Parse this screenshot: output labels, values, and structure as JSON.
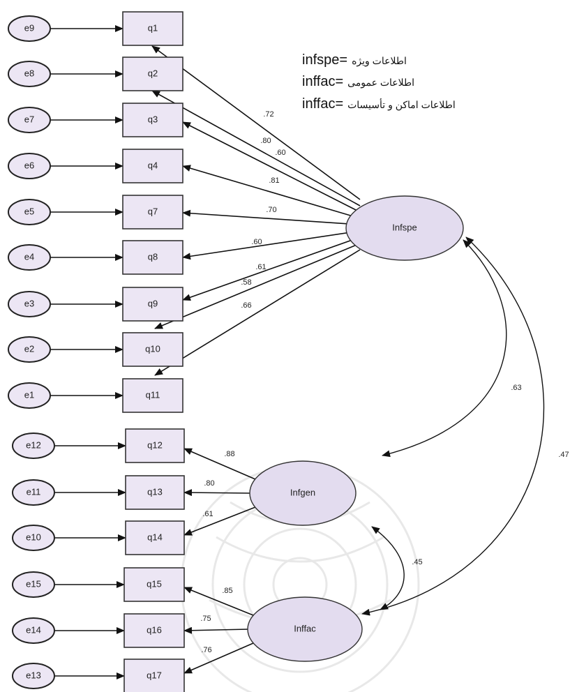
{
  "legend": [
    {
      "code": "infspe=",
      "text": "اطلاعات ویژه"
    },
    {
      "code": "inffac=",
      "text": "اطلاعات عمومی"
    },
    {
      "code": "inffac=",
      "text": "اطلاعات اماکن و تأسیسات"
    }
  ],
  "latents": [
    {
      "id": "infspe",
      "label": "Infspe"
    },
    {
      "id": "infgen",
      "label": "Infgen"
    },
    {
      "id": "inffac",
      "label": "Inffac"
    }
  ],
  "indicators": [
    {
      "item": "q1",
      "error": "e9",
      "factor": "infspe",
      "loading": ".72"
    },
    {
      "item": "q2",
      "error": "e8",
      "factor": "infspe",
      "loading": ".80"
    },
    {
      "item": "q3",
      "error": "e7",
      "factor": "infspe",
      "loading": ".60"
    },
    {
      "item": "q4",
      "error": "e6",
      "factor": "infspe",
      "loading": ".81"
    },
    {
      "item": "q7",
      "error": "e5",
      "factor": "infspe",
      "loading": ".70"
    },
    {
      "item": "q8",
      "error": "e4",
      "factor": "infspe",
      "loading": ".60"
    },
    {
      "item": "q9",
      "error": "e3",
      "factor": "infspe",
      "loading": ".61"
    },
    {
      "item": "q10",
      "error": "e2",
      "factor": "infspe",
      "loading": ".58"
    },
    {
      "item": "q11",
      "error": "e1",
      "factor": "infspe",
      "loading": ".66"
    },
    {
      "item": "q12",
      "error": "e12",
      "factor": "infgen",
      "loading": ".88"
    },
    {
      "item": "q13",
      "error": "e11",
      "factor": "infgen",
      "loading": ".80"
    },
    {
      "item": "q14",
      "error": "e10",
      "factor": "infgen",
      "loading": ".61"
    },
    {
      "item": "q15",
      "error": "e15",
      "factor": "inffac",
      "loading": ".85"
    },
    {
      "item": "q16",
      "error": "e14",
      "factor": "inffac",
      "loading": ".75"
    },
    {
      "item": "q17",
      "error": "e13",
      "factor": "inffac",
      "loading": ".76"
    }
  ],
  "covariances": [
    {
      "from": "infspe",
      "to": "infgen",
      "value": ".63"
    },
    {
      "from": "infspe",
      "to": "inffac",
      "value": ".47"
    },
    {
      "from": "infgen",
      "to": "inffac",
      "value": ".45"
    }
  ],
  "colors": {
    "node_fill": "#ece6f4",
    "latent_fill": "#e3dcef",
    "stroke": "#222222"
  }
}
